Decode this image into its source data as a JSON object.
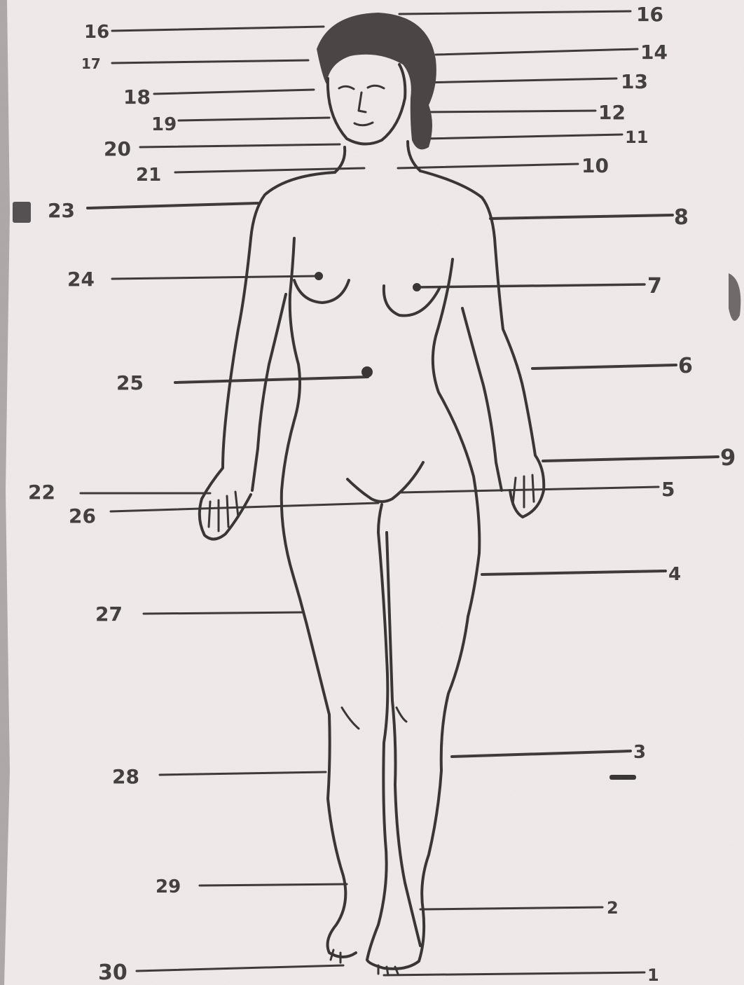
{
  "diagram": {
    "left_labels": [
      "16",
      "17",
      "18",
      "19",
      "20",
      "21",
      "23",
      "24",
      "25",
      "22",
      "26",
      "27",
      "28",
      "29",
      "30"
    ],
    "right_labels": [
      "16",
      "14",
      "13",
      "12",
      "11",
      "10",
      "8",
      "7",
      "6",
      "9",
      "5",
      "4",
      "3",
      "2",
      "1"
    ]
  },
  "colors": {
    "paper": "#f1ebec",
    "ink": "#3a3536"
  },
  "icons": {
    "figure": "human-female-figure-outline"
  }
}
